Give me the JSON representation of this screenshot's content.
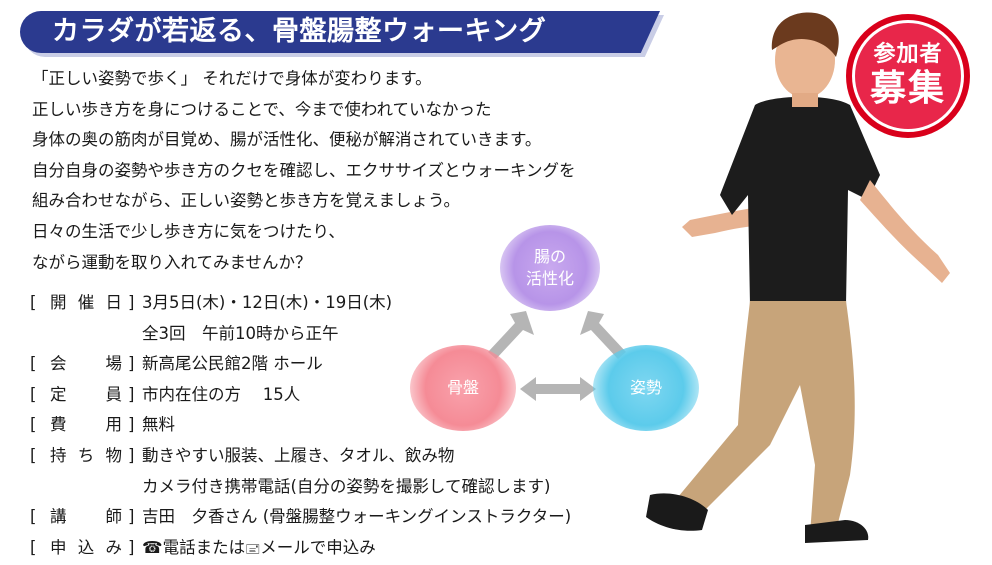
{
  "header": {
    "title": "カラダが若返る、骨盤腸整ウォーキング"
  },
  "badge": {
    "top": "参加者",
    "main": "募集"
  },
  "intro": {
    "lines": [
      "「正しい姿勢で歩く」 それだけで身体が変わります。",
      "正しい歩き方を身につけることで、今まで使われていなかった",
      "身体の奥の筋肉が目覚め、腸が活性化、便秘が解消されていきます。",
      "自分自身の姿勢や歩き方のクセを確認し、エクササイズとウォーキングを",
      "組み合わせながら、正しい姿勢と歩き方を覚えましょう。",
      "日々の生活で少し歩き方に気をつけたり、",
      "ながら運動を取り入れてみませんか？"
    ]
  },
  "details": {
    "date": {
      "label": "開催日",
      "value": "3月5日(木)・12日(木)・19日(木)",
      "value2": "全3回　午前10時から正午"
    },
    "venue": {
      "label": "会　場",
      "value": "新高尾公民館2階 ホール"
    },
    "capacity": {
      "label": "定　員",
      "value": "市内在住の方　 15人"
    },
    "fee": {
      "label": "費　用",
      "value": "無料"
    },
    "items": {
      "label": "持ち物",
      "value": "動きやすい服装、上履き、タオル、飲み物",
      "value2": "カメラ付き携帯電話(自分の姿勢を撮影して確認します)"
    },
    "instructor": {
      "label": "講　師",
      "value": "吉田　夕香さん (骨盤腸整ウォーキングインストラクター)"
    },
    "apply": {
      "label": "申込み",
      "phone_icon": "☎",
      "value_a": "電話または",
      "mail_icon": "🖃",
      "value_b": "メールで申込み"
    }
  },
  "diagram": {
    "gut": {
      "line1": "腸の",
      "line2": "活性化"
    },
    "pelvis": "骨盤",
    "posture": "姿勢",
    "colors": {
      "gut": "#b794e8",
      "pelvis": "#f58b96",
      "posture": "#5ccbeb",
      "arrow": "#b5b5b5"
    }
  },
  "colors": {
    "banner": "#2b3a8f",
    "badge": "#d9001b"
  }
}
